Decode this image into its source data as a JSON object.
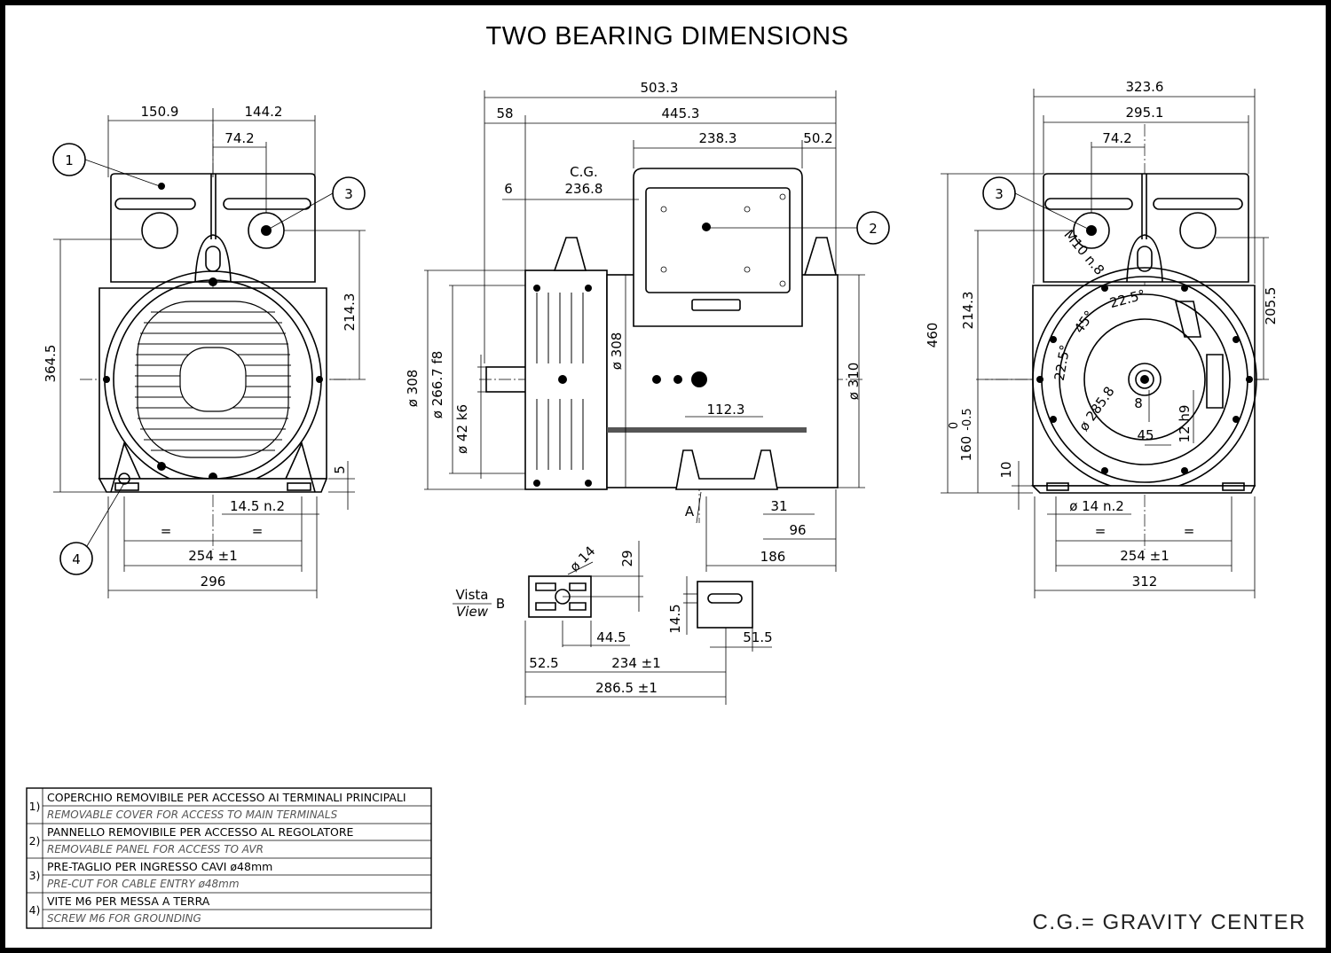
{
  "title": "TWO BEARING DIMENSIONS",
  "cg_legend": "C.G.= GRAVITY CENTER",
  "left_view": {
    "dims": {
      "d150_9": "150.9",
      "d144_2": "144.2",
      "d74_2": "74.2",
      "d364_5": "364.5",
      "d214_3": "214.3",
      "d5": "5",
      "d14_5": "14.5 n.2",
      "eq1": "=",
      "eq2": "=",
      "d254": "254 ±1",
      "d296": "296"
    },
    "callouts": {
      "c1": "1",
      "c3": "3",
      "c4": "4"
    }
  },
  "side_view": {
    "dims": {
      "d503_3": "503.3",
      "d58": "58",
      "d445_3": "445.3",
      "d238_3": "238.3",
      "d50_2": "50.2",
      "cg_label": "C.G.",
      "cg_value": "236.8",
      "d6": "6",
      "phi308a": "ø 308",
      "phi266": "ø 266.7 f8",
      "phi42": "ø 42 k6",
      "phi308b": "ø 308",
      "phi310": "ø 310",
      "d112_3": "112.3",
      "d31": "31",
      "d96": "96",
      "d186": "186",
      "A": "A"
    },
    "callouts": {
      "c2": "2"
    }
  },
  "view_b": {
    "vista": "Vista",
    "view": "View",
    "letter": "B",
    "dims": {
      "phi14": "ø 14",
      "d29": "29",
      "d14_5": "14.5",
      "d44_5": "44.5",
      "d51_5": "51.5",
      "d52_5": "52.5",
      "d234": "234 ±1",
      "d286_5": "286.5 ±1"
    }
  },
  "right_view": {
    "dims": {
      "d323_6": "323.6",
      "d295_1": "295.1",
      "d74_2": "74.2",
      "d460": "460",
      "d214_3": "214.3",
      "d205_5": "205.5",
      "d160": "160",
      "tol_upper": "0",
      "tol_lower": "-0.5",
      "d10": "10",
      "phi14n2": "ø 14 n.2",
      "eq1": "=",
      "eq2": "=",
      "d254": "254 ±1",
      "d312": "312",
      "m10": "M10 n.8",
      "a45": "45°",
      "a22a": "22.5°",
      "a22b": "22.5°",
      "phi285": "ø 285.8",
      "d8": "8",
      "d45": "45",
      "d12h9": "12 h9"
    },
    "callouts": {
      "c3": "3"
    }
  },
  "notes": [
    {
      "num": "1)",
      "it": "COPERCHIO REMOVIBILE PER ACCESSO AI TERMINALI PRINCIPALI",
      "en": "REMOVABLE COVER FOR ACCESS TO MAIN TERMINALS"
    },
    {
      "num": "2)",
      "it": "PANNELLO REMOVIBILE PER ACCESSO AL REGOLATORE",
      "en": "REMOVABLE PANEL FOR ACCESS TO AVR"
    },
    {
      "num": "3)",
      "it": "PRE-TAGLIO PER INGRESSO CAVI ø48mm",
      "en": "PRE-CUT FOR CABLE ENTRY ø48mm"
    },
    {
      "num": "4)",
      "it": "VITE M6 PER MESSA A TERRA",
      "en": "SCREW M6 FOR GROUNDING"
    }
  ],
  "colors": {
    "line": "#000000",
    "background": "#ffffff",
    "border": "#000000"
  }
}
